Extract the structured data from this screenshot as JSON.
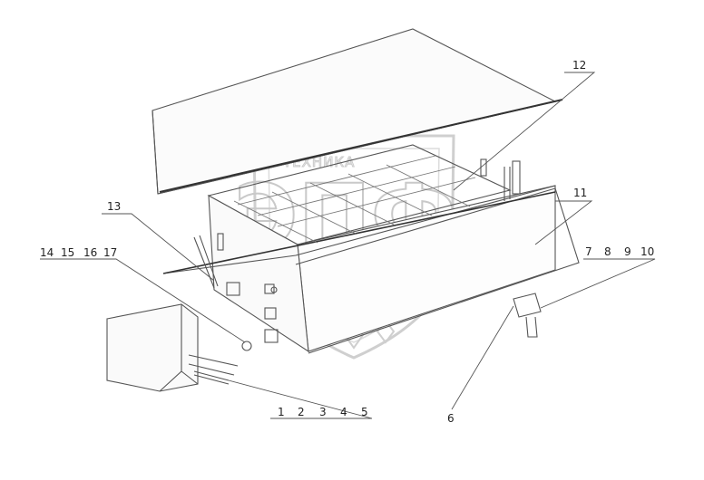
{
  "watermark": {
    "top_text": "ТЕХНИКА",
    "main_text": "ЭПФ"
  },
  "callouts": {
    "c12": "12",
    "c11": "11",
    "c13": "13",
    "c_group_14_17": [
      "14",
      "15",
      "16",
      "17"
    ],
    "c_group_7_10": [
      "7",
      "8",
      "9",
      "10"
    ],
    "c_group_1_5": [
      "1",
      "2",
      "3",
      "4",
      "5"
    ],
    "c6": "6"
  },
  "colors": {
    "line": "#555555",
    "watermark": "#c9c9c9"
  }
}
